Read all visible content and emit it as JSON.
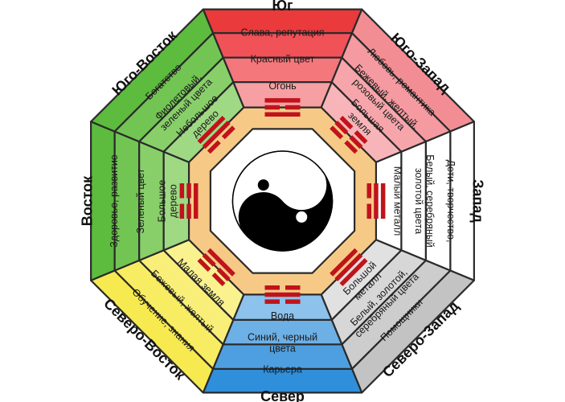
{
  "diagram": "Bagua",
  "colors": {
    "south": "#ea3a3c",
    "south_light": "#f6a3a6",
    "southwest": "#f38d94",
    "west": "#ffffff",
    "northwest": "#c3c3c3",
    "north": "#2f8fdb",
    "northeast": "#f7ea50",
    "east": "#5dbb3e",
    "southeast": "#5dbb3e",
    "inner": "#ffffff",
    "trigram_ring": "#f6ca86",
    "trigram": "#c0131b",
    "outline": "#2a2a2a"
  },
  "sectors": [
    {
      "id": "south",
      "title": "Юг",
      "items": [
        "Слава, репутация",
        "Красный цвет",
        "Огонь"
      ]
    },
    {
      "id": "southwest",
      "title": "Юго-Запад",
      "items": [
        "Любовь, романтика",
        "Бежевый, желтый, розовый цвета",
        "Большая земля"
      ]
    },
    {
      "id": "west",
      "title": "Запад",
      "items": [
        "Дети, творчество,",
        "Белый, серебряный золотой цвета",
        "Малый металл"
      ]
    },
    {
      "id": "northwest",
      "title": "Северо-Запад",
      "items": [
        "Помощники",
        "Белый, золотой, серебряный цвета",
        "Большой металл"
      ]
    },
    {
      "id": "north",
      "title": "Север",
      "items": [
        "Карьера",
        "Синий, черный цвета",
        "Вода"
      ]
    },
    {
      "id": "northeast",
      "title": "Северо-Восток",
      "items": [
        "Обучение, знания",
        "Бежевый, желтый",
        "Малая земля"
      ]
    },
    {
      "id": "east",
      "title": "Восток",
      "items": [
        "Здоровье, развитие",
        "Зеленый цвет",
        "Большое дерево"
      ]
    },
    {
      "id": "southeast",
      "title": "Юго-Восток",
      "items": [
        "Богатство",
        "Фиолетовый, зеленый цвета",
        "Небольшое дерево"
      ]
    }
  ]
}
